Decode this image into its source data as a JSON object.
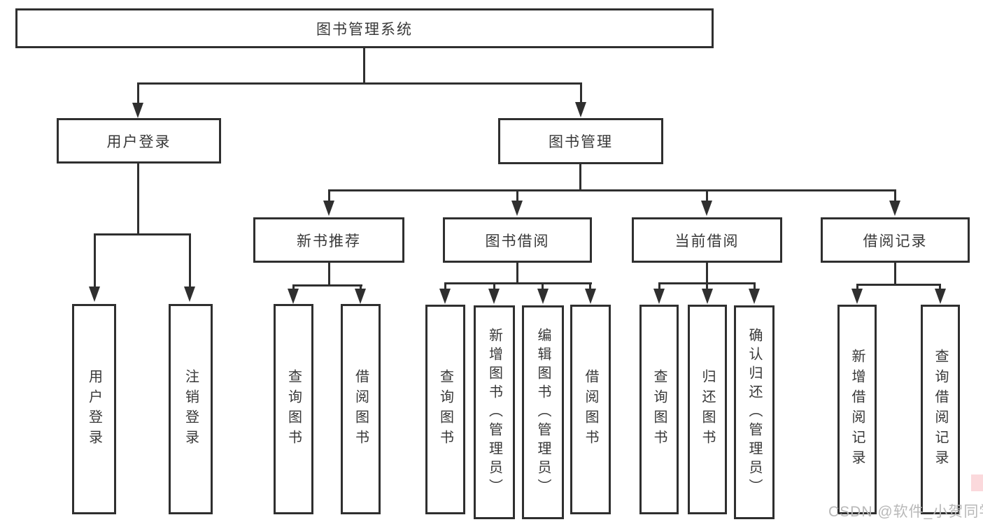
{
  "diagram": {
    "type": "hierarchy-tree",
    "tree": {
      "root": {
        "label": "图书管理系统"
      },
      "branches": [
        {
          "label": "用户登录",
          "children": [
            {
              "label": "用户登录"
            },
            {
              "label": "注销登录"
            }
          ]
        },
        {
          "label": "图书管理",
          "children": [
            {
              "label": "新书推荐",
              "children": [
                {
                  "label": "查询图书"
                },
                {
                  "label": "借阅图书"
                }
              ]
            },
            {
              "label": "图书借阅",
              "children": [
                {
                  "label": "查询图书"
                },
                {
                  "label": "新增图书（管理员）"
                },
                {
                  "label": "编辑图书（管理员）"
                },
                {
                  "label": "借阅图书"
                }
              ]
            },
            {
              "label": "当前借阅",
              "children": [
                {
                  "label": "查询图书"
                },
                {
                  "label": "归还图书"
                },
                {
                  "label": "确认归还（管理员）"
                }
              ]
            },
            {
              "label": "借阅记录",
              "children": [
                {
                  "label": "新增借阅记录"
                },
                {
                  "label": "查询借阅记录"
                }
              ]
            }
          ]
        }
      ]
    },
    "colors": {
      "line": "#2f2f2f",
      "box_border": "#2f2f2f",
      "text": "#383838",
      "background": "#ffffff",
      "watermark_text": "#b8b8b8"
    }
  },
  "watermark": {
    "text": "CSDN @软件_小贺同学"
  }
}
